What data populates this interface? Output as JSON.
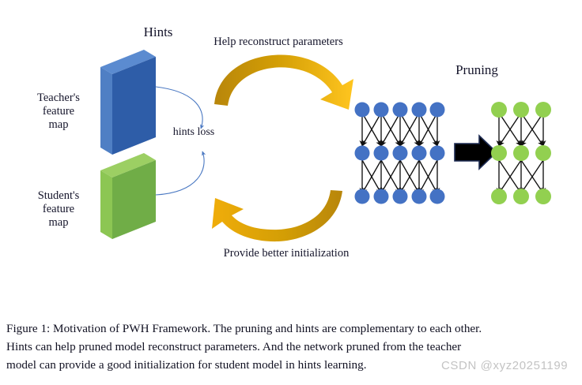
{
  "figure": {
    "labels": {
      "hints_title": "Hints",
      "pruning_title": "Pruning",
      "teacher_feature_map": "Teacher's\nfeature\nmap",
      "student_feature_map": "Student's\nfeature\nmap",
      "hints_loss": "hints loss",
      "help_reconstruct": "Help reconstruct parameters",
      "provide_initialization": "Provide better initialization"
    },
    "caption": {
      "line1": "Figure 1: Motivation of PWH Framework. The pruning and hints are complementary to each other.",
      "line2": "Hints can help pruned model reconstruct parameters.  And the network pruned from the teacher",
      "line3": "model can provide a good initialization for student model in hints learning."
    },
    "watermark": "CSDN @xyz20251199",
    "colors": {
      "teacher_slab_front": "#2e5da8",
      "teacher_slab_side": "#5b8bd0",
      "student_slab_front": "#70ad47",
      "student_slab_side": "#92d050",
      "arrow_gold_dark": "#c08a04",
      "arrow_gold_light": "#ffc000",
      "node_blue": "#4472c4",
      "node_green": "#92d050",
      "edge_black": "#111111",
      "hints_curve_blue": "#4a78c2",
      "prune_arrow_black": "#000000",
      "prune_arrow_outline": "#1f2d55",
      "text": "#15152b",
      "watermark_gray": "#c3c3c3"
    },
    "networks": {
      "teacher_network": {
        "name": "unpruned-network",
        "node_color": "#4472c4",
        "columns": 5,
        "layers": 3
      },
      "student_network": {
        "name": "pruned-network",
        "node_color": "#92d050",
        "columns": 3,
        "layers": 3
      }
    }
  }
}
